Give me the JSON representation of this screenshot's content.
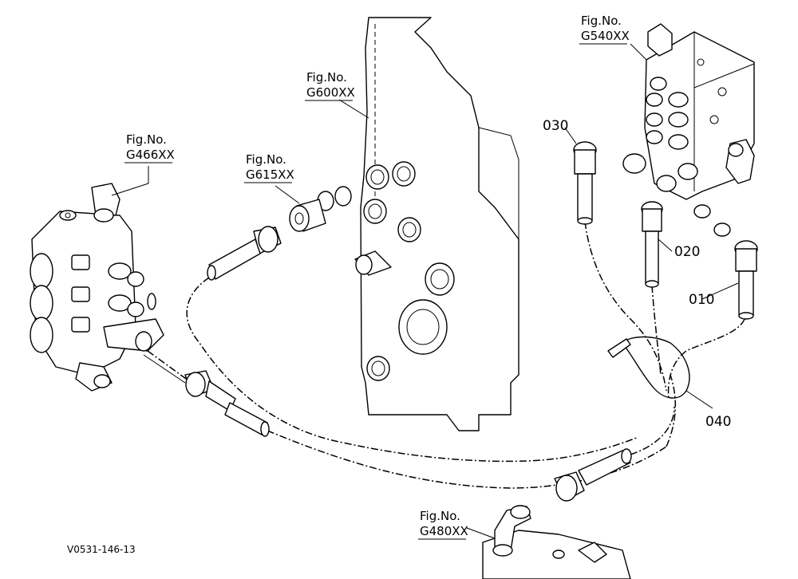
{
  "figure_refs": {
    "g466": {
      "line1": "Fig.No.",
      "line2": "G466XX"
    },
    "g615": {
      "line1": "Fig.No.",
      "line2": "G615XX"
    },
    "g600": {
      "line1": "Fig.No.",
      "line2": "G600XX"
    },
    "g540": {
      "line1": "Fig.No.",
      "line2": "G540XX"
    },
    "g480": {
      "line1": "Fig.No.",
      "line2": "G480XX"
    }
  },
  "part_numbers": {
    "p010": "010",
    "p020": "020",
    "p030": "030",
    "p040": "040"
  },
  "drawing_code": "V0531-146-13"
}
